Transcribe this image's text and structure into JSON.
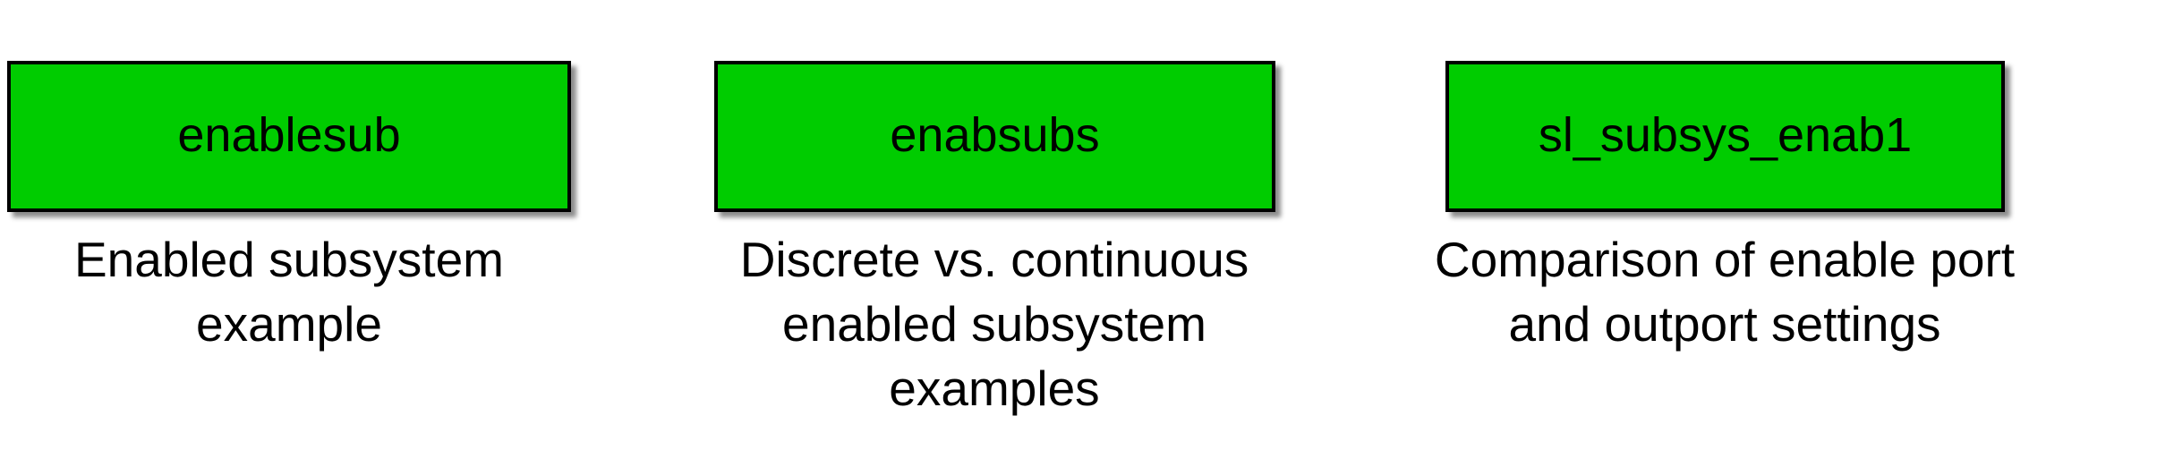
{
  "colors": {
    "block_fill": "#00cc00",
    "block_border": "#000000",
    "background": "#ffffff",
    "text": "#000000"
  },
  "blocks": [
    {
      "label": "enablesub",
      "caption": "Enabled subsystem\nexample"
    },
    {
      "label": "enabsubs",
      "caption": "Discrete vs. continuous\nenabled subsystem\nexamples"
    },
    {
      "label": "sl_subsys_enab1",
      "caption": "Comparison of enable port\nand outport settings"
    }
  ]
}
